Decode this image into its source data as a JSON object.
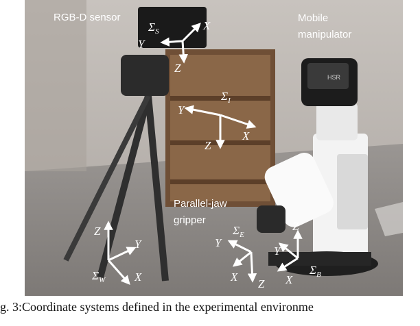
{
  "figure": {
    "labels": {
      "sensor": "RGB-D sensor",
      "mobile_line1": "Mobile",
      "mobile_line2": "manipulator",
      "gripper_line1": "Parallel-jaw",
      "gripper_line2": "gripper",
      "robot_logo": "HSR"
    },
    "frames": [
      {
        "id": "S",
        "sigma": "Σ",
        "sub": "S",
        "axes": [
          "X",
          "Y",
          "Z"
        ]
      },
      {
        "id": "I",
        "sigma": "Σ",
        "sub": "I",
        "axes": [
          "X",
          "Y",
          "Z"
        ]
      },
      {
        "id": "E",
        "sigma": "Σ",
        "sub": "E",
        "axes": [
          "X",
          "Y",
          "Z"
        ]
      },
      {
        "id": "B",
        "sigma": "Σ",
        "sub": "B",
        "axes": [
          "X",
          "Y",
          "Z"
        ]
      },
      {
        "id": "W",
        "sigma": "Σ",
        "sub": "W",
        "axes": [
          "X",
          "Y",
          "Z"
        ]
      }
    ],
    "colors": {
      "axes": "#ffffff",
      "photo_wall": "#b9b3ad",
      "photo_floor": "#8e8a88"
    }
  },
  "caption": {
    "prefix": "g. 3:",
    "text": " Coordinate systems defined in the experimental environme"
  }
}
